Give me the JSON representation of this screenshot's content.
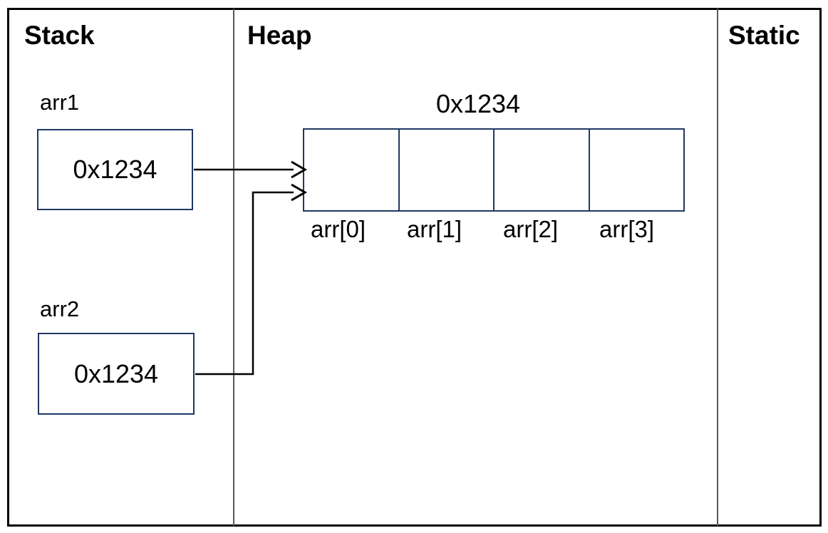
{
  "colors": {
    "outer_border": "#000000",
    "panel_divider": "#595959",
    "box_border": "#1f3864",
    "arrow": "#000000",
    "text": "#000000"
  },
  "panels": {
    "stack": {
      "title": "Stack"
    },
    "heap": {
      "title": "Heap"
    },
    "static": {
      "title": "Static"
    }
  },
  "stack": {
    "variables": [
      {
        "name": "arr1",
        "value": "0x1234"
      },
      {
        "name": "arr2",
        "value": "0x1234"
      }
    ]
  },
  "heap": {
    "array": {
      "address_label": "0x1234",
      "cell_values": [
        "",
        "",
        "",
        ""
      ],
      "cell_labels": [
        "arr[0]",
        "arr[1]",
        "arr[2]",
        "arr[3]"
      ]
    }
  },
  "arrows": [
    {
      "from": "arr1",
      "to": "0x1234"
    },
    {
      "from": "arr2",
      "to": "0x1234"
    }
  ]
}
